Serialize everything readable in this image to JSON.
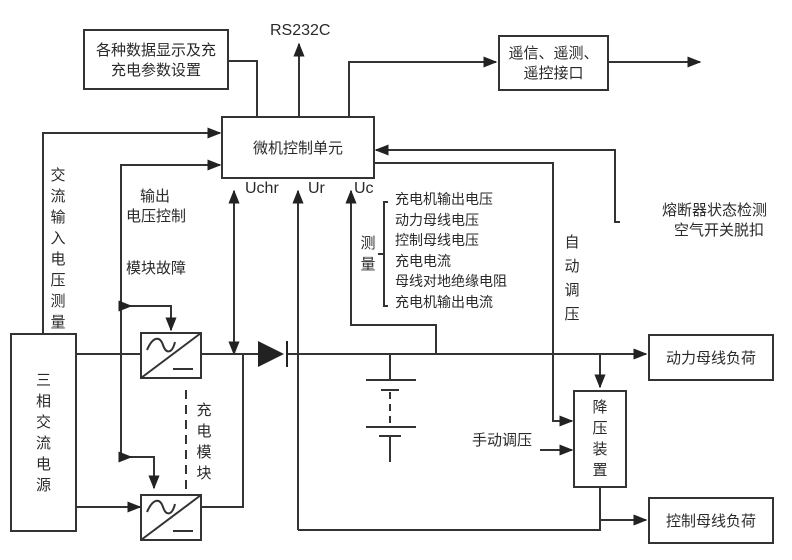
{
  "diagram": {
    "blocks": {
      "display_settings": "各种数据显示及充充电参数设置",
      "mcu": "微机控制单元",
      "remote_interface": "遥信、遥测、遥控接口",
      "power_bus_load": "动力母线负荷",
      "control_bus_load": "控制母线负荷",
      "step_down": "降压装置",
      "three_phase_ac": "三相交流电源"
    },
    "labels": {
      "rs232c": "RS232C",
      "ac_input_measure": "交流输入电压测量",
      "output_voltage_control_1": "输出",
      "output_voltage_control_2": "电压控制",
      "module_fault": "模块故障",
      "uchr": "Uchr",
      "ur": "Ur",
      "uc": "Uc",
      "measure": "测量",
      "auto_regulation": "自动调压",
      "fuse_1": "熔断器状态检测",
      "fuse_2": "空气开关脱扣",
      "charging_module": "充电模块",
      "manual_regulation": "手动调压"
    },
    "measurements": [
      "充电机输出电压",
      "动力母线电压",
      "控制母线电压",
      "充电电流",
      "母线对地绝缘电阻",
      "充电机输出电流"
    ]
  }
}
